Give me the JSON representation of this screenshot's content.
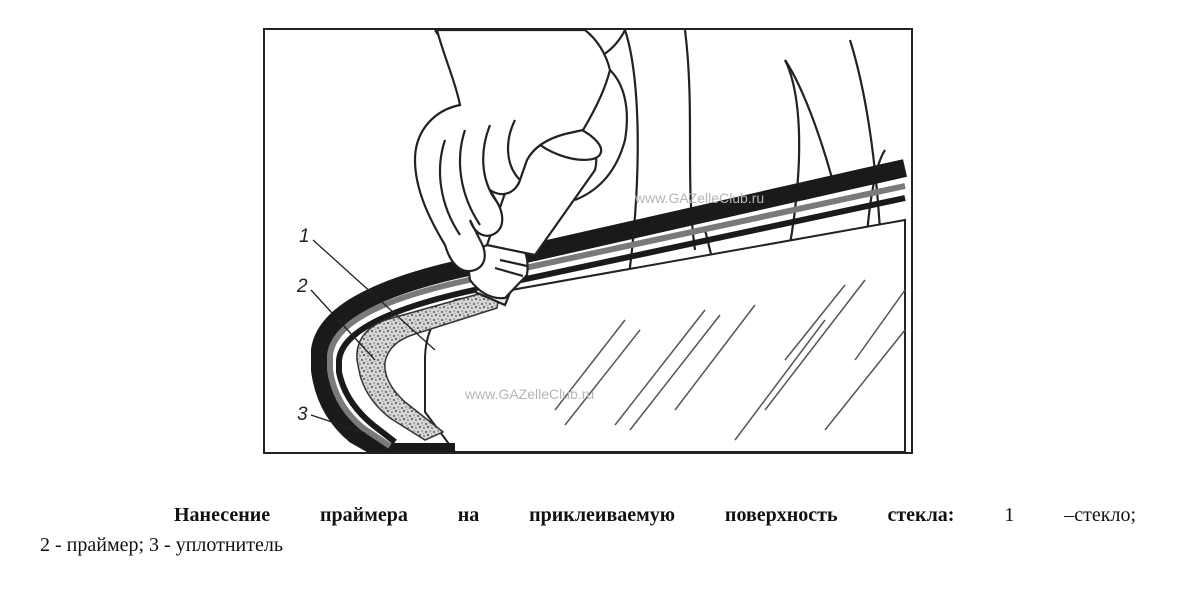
{
  "figure": {
    "watermark_top": "www.GAZelleClub.ru",
    "watermark_center": "www.GAZelleClub.ru",
    "callouts": [
      "1",
      "2",
      "3"
    ]
  },
  "caption": {
    "title": "Нанесение праймера на приклеиваемую поверхность стекла:",
    "item1": "1 –стекло;",
    "rest": "2 - праймер; 3 - уплотнитель"
  }
}
